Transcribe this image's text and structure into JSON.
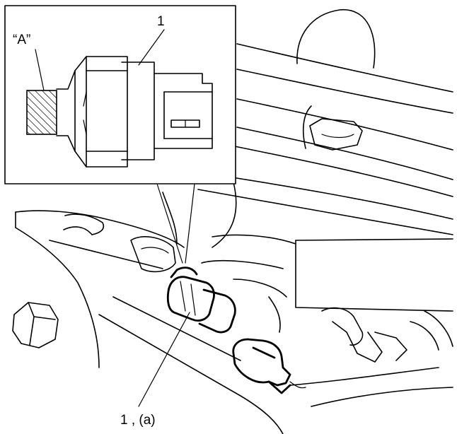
{
  "labels": {
    "callout_detail": "1",
    "callout_area": "“A”",
    "callout_main": "1 , (a)"
  }
}
